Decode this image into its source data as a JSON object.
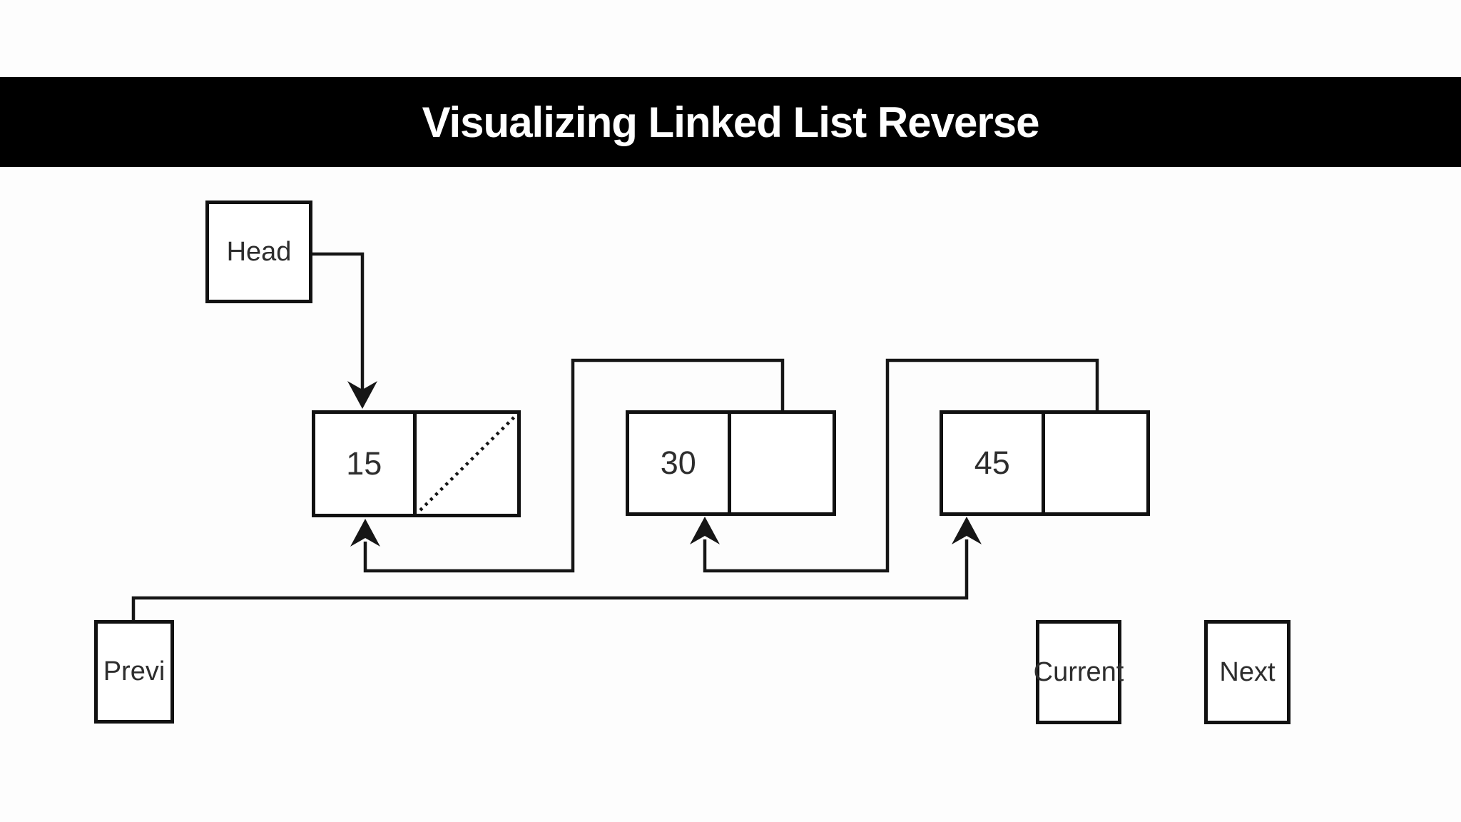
{
  "title": "Visualizing Linked List Reverse",
  "pointers": {
    "head": {
      "label": "Head"
    },
    "prev": {
      "label": "Previ"
    },
    "current": {
      "label": "Current"
    },
    "next": {
      "label": "Next"
    }
  },
  "nodes": [
    {
      "value": "15",
      "next_pointer": "null (slashed cell)"
    },
    {
      "value": "30",
      "next_pointer": "node 15"
    },
    {
      "value": "45",
      "next_pointer": "node 30"
    }
  ],
  "edges": [
    {
      "from": "Head",
      "to": "node 15 (top)",
      "arrow": "down"
    },
    {
      "from": "node 30 next",
      "to": "node 15 (bottom)",
      "arrow": "up"
    },
    {
      "from": "node 45 next",
      "to": "node 30 (bottom)",
      "arrow": "up"
    },
    {
      "from": "Previ",
      "to": "node 45 (bottom)",
      "arrow": "up"
    }
  ],
  "colors": {
    "banner": "#000000",
    "banner_text": "#ffffff",
    "stroke": "#161616",
    "label_text": "#2d2d2d",
    "background": "#ffffff"
  }
}
